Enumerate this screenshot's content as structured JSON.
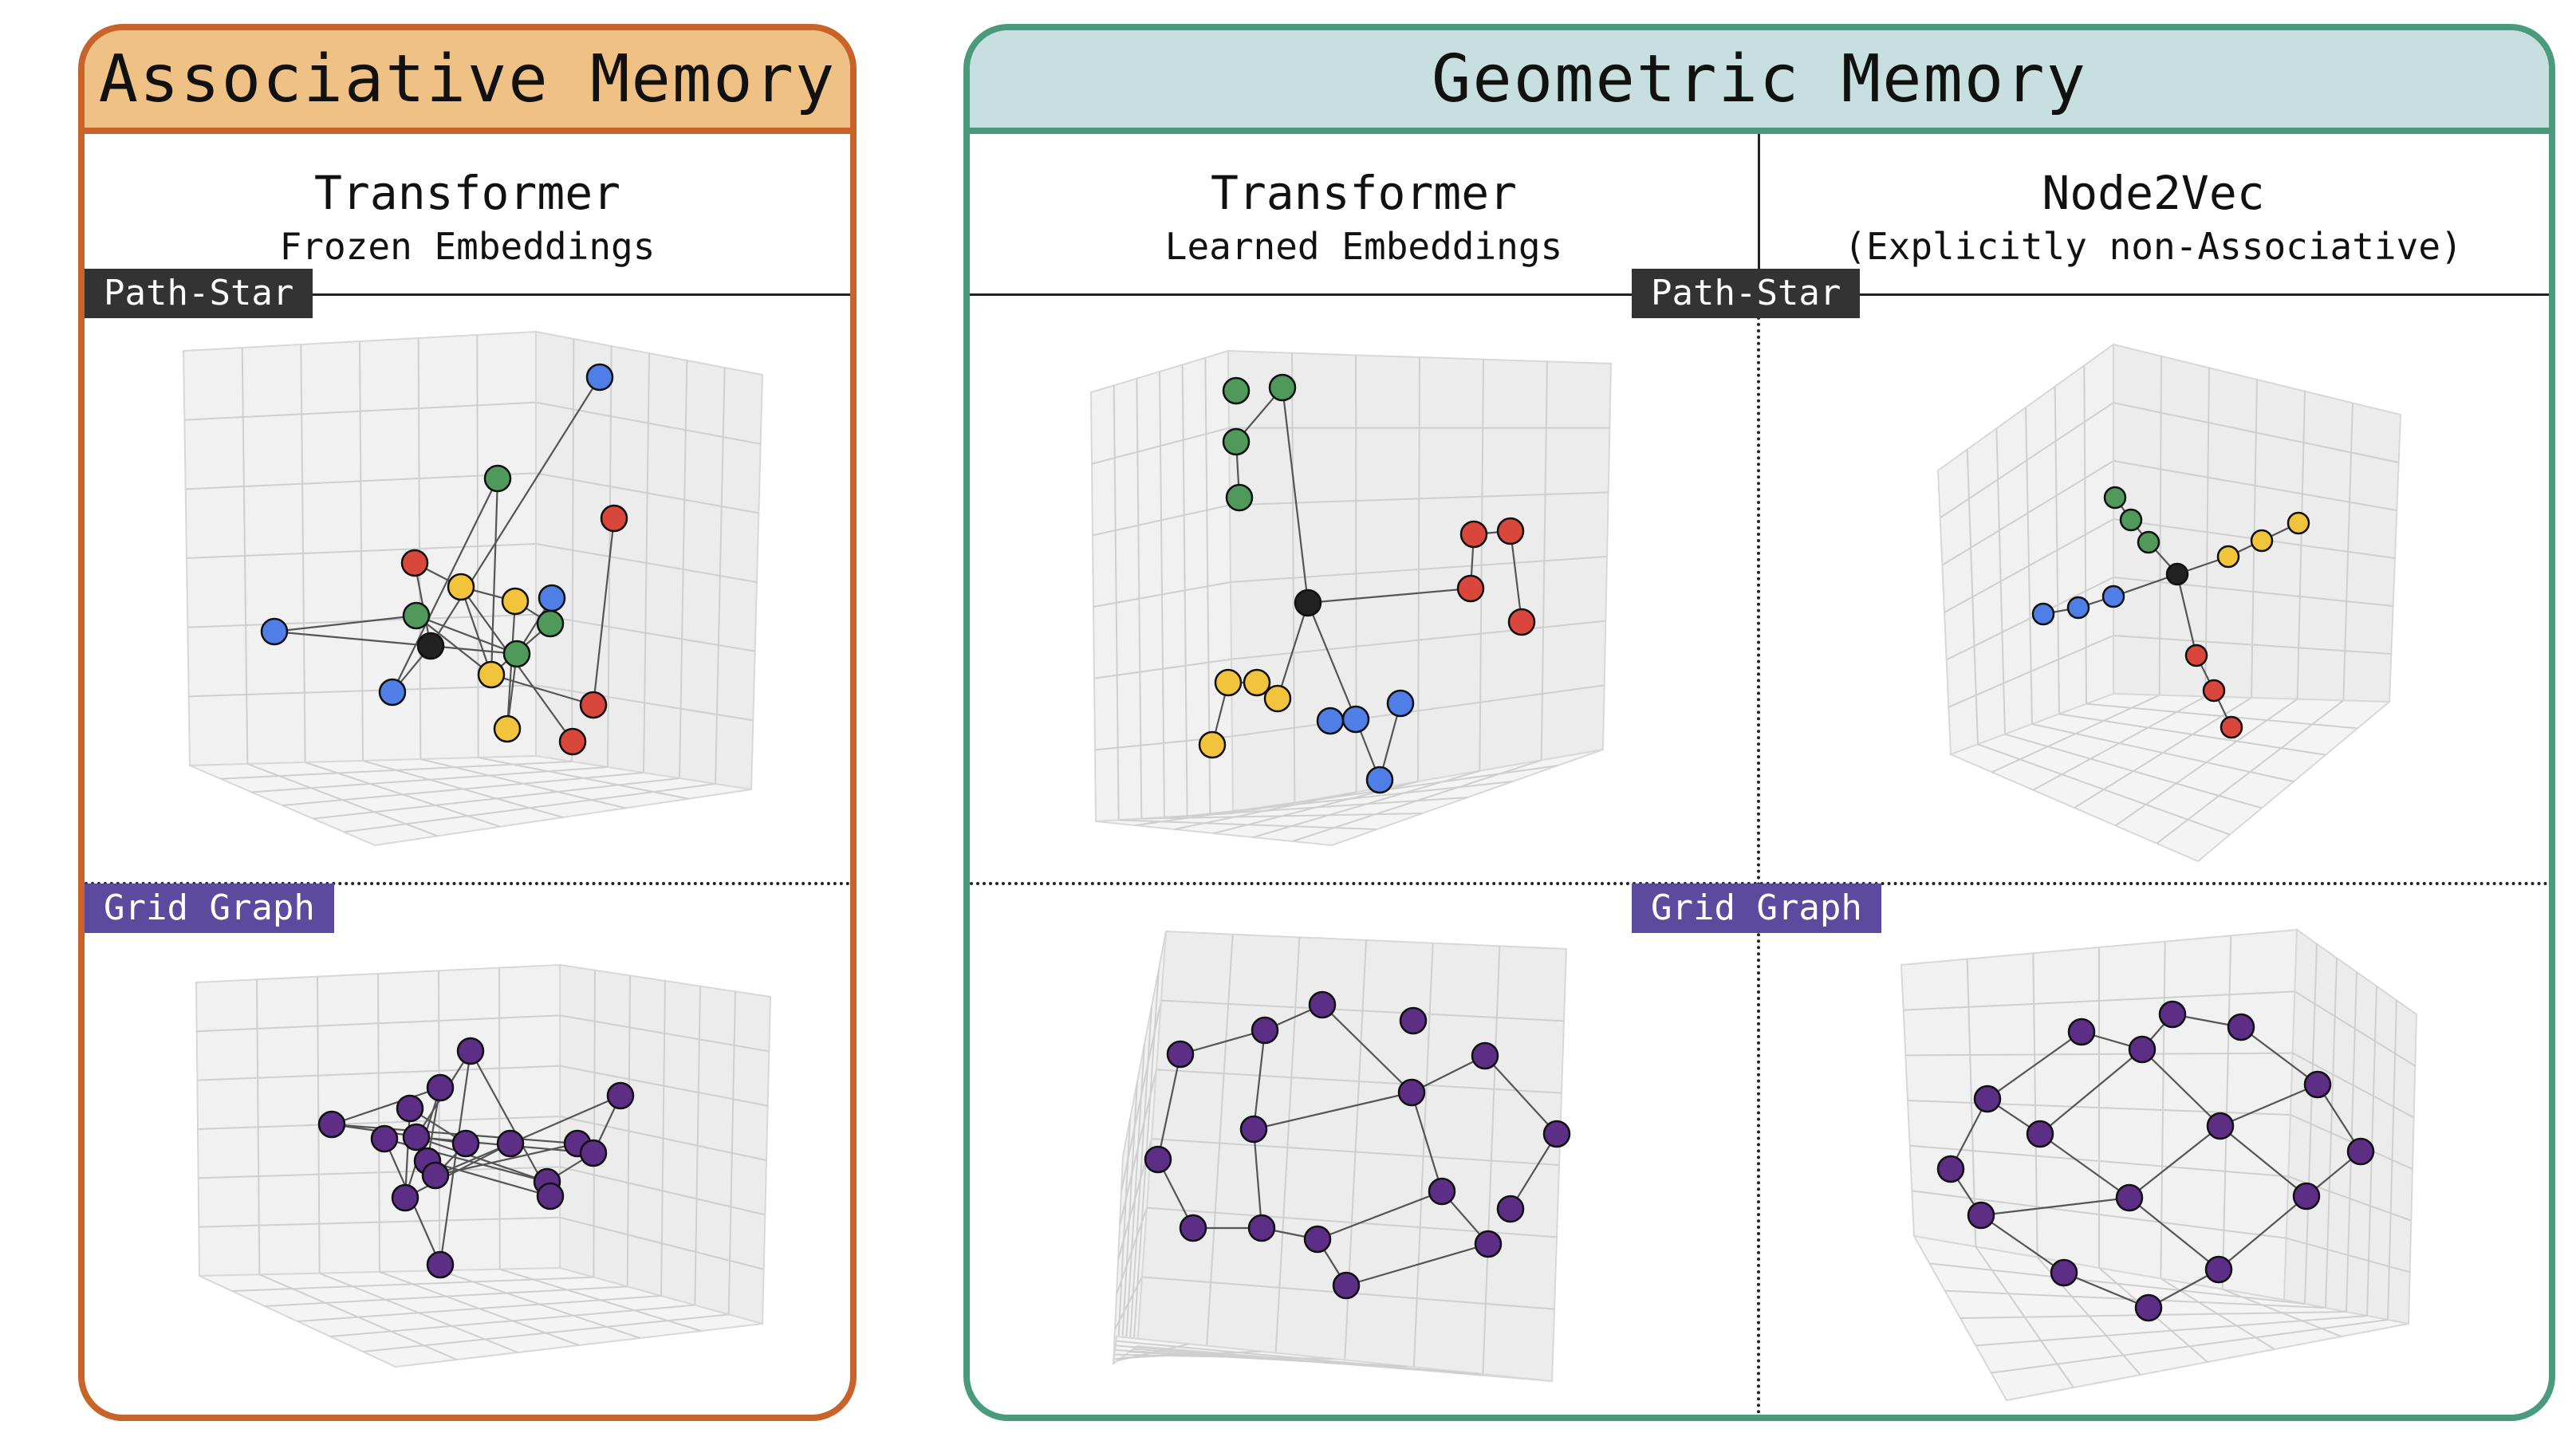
{
  "left_panel": {
    "title": "Associative Memory",
    "column": {
      "title": "Transformer",
      "subtitle": "Frozen Embeddings"
    }
  },
  "right_panel": {
    "title": "Geometric Memory",
    "columns": [
      {
        "title": "Transformer",
        "subtitle": "Learned Embeddings"
      },
      {
        "title": "Node2Vec",
        "subtitle": "(Explicitly non-Associative)"
      }
    ]
  },
  "row_labels": {
    "path_star": "Path-Star",
    "grid_graph": "Grid Graph"
  },
  "colors": {
    "associative_border": "#c8642a",
    "associative_header": "#f0c185",
    "geometric_border": "#4a9a7c",
    "geometric_header": "#c8dfe0",
    "node_black": "#222222",
    "node_blue": "#4f7fe6",
    "node_green": "#4f9a5a",
    "node_red": "#d9463b",
    "node_yellow": "#f2c43c",
    "node_purple": "#5c2e86",
    "tag_dark": "#333333",
    "tag_purple": "#5b4a9e"
  }
}
